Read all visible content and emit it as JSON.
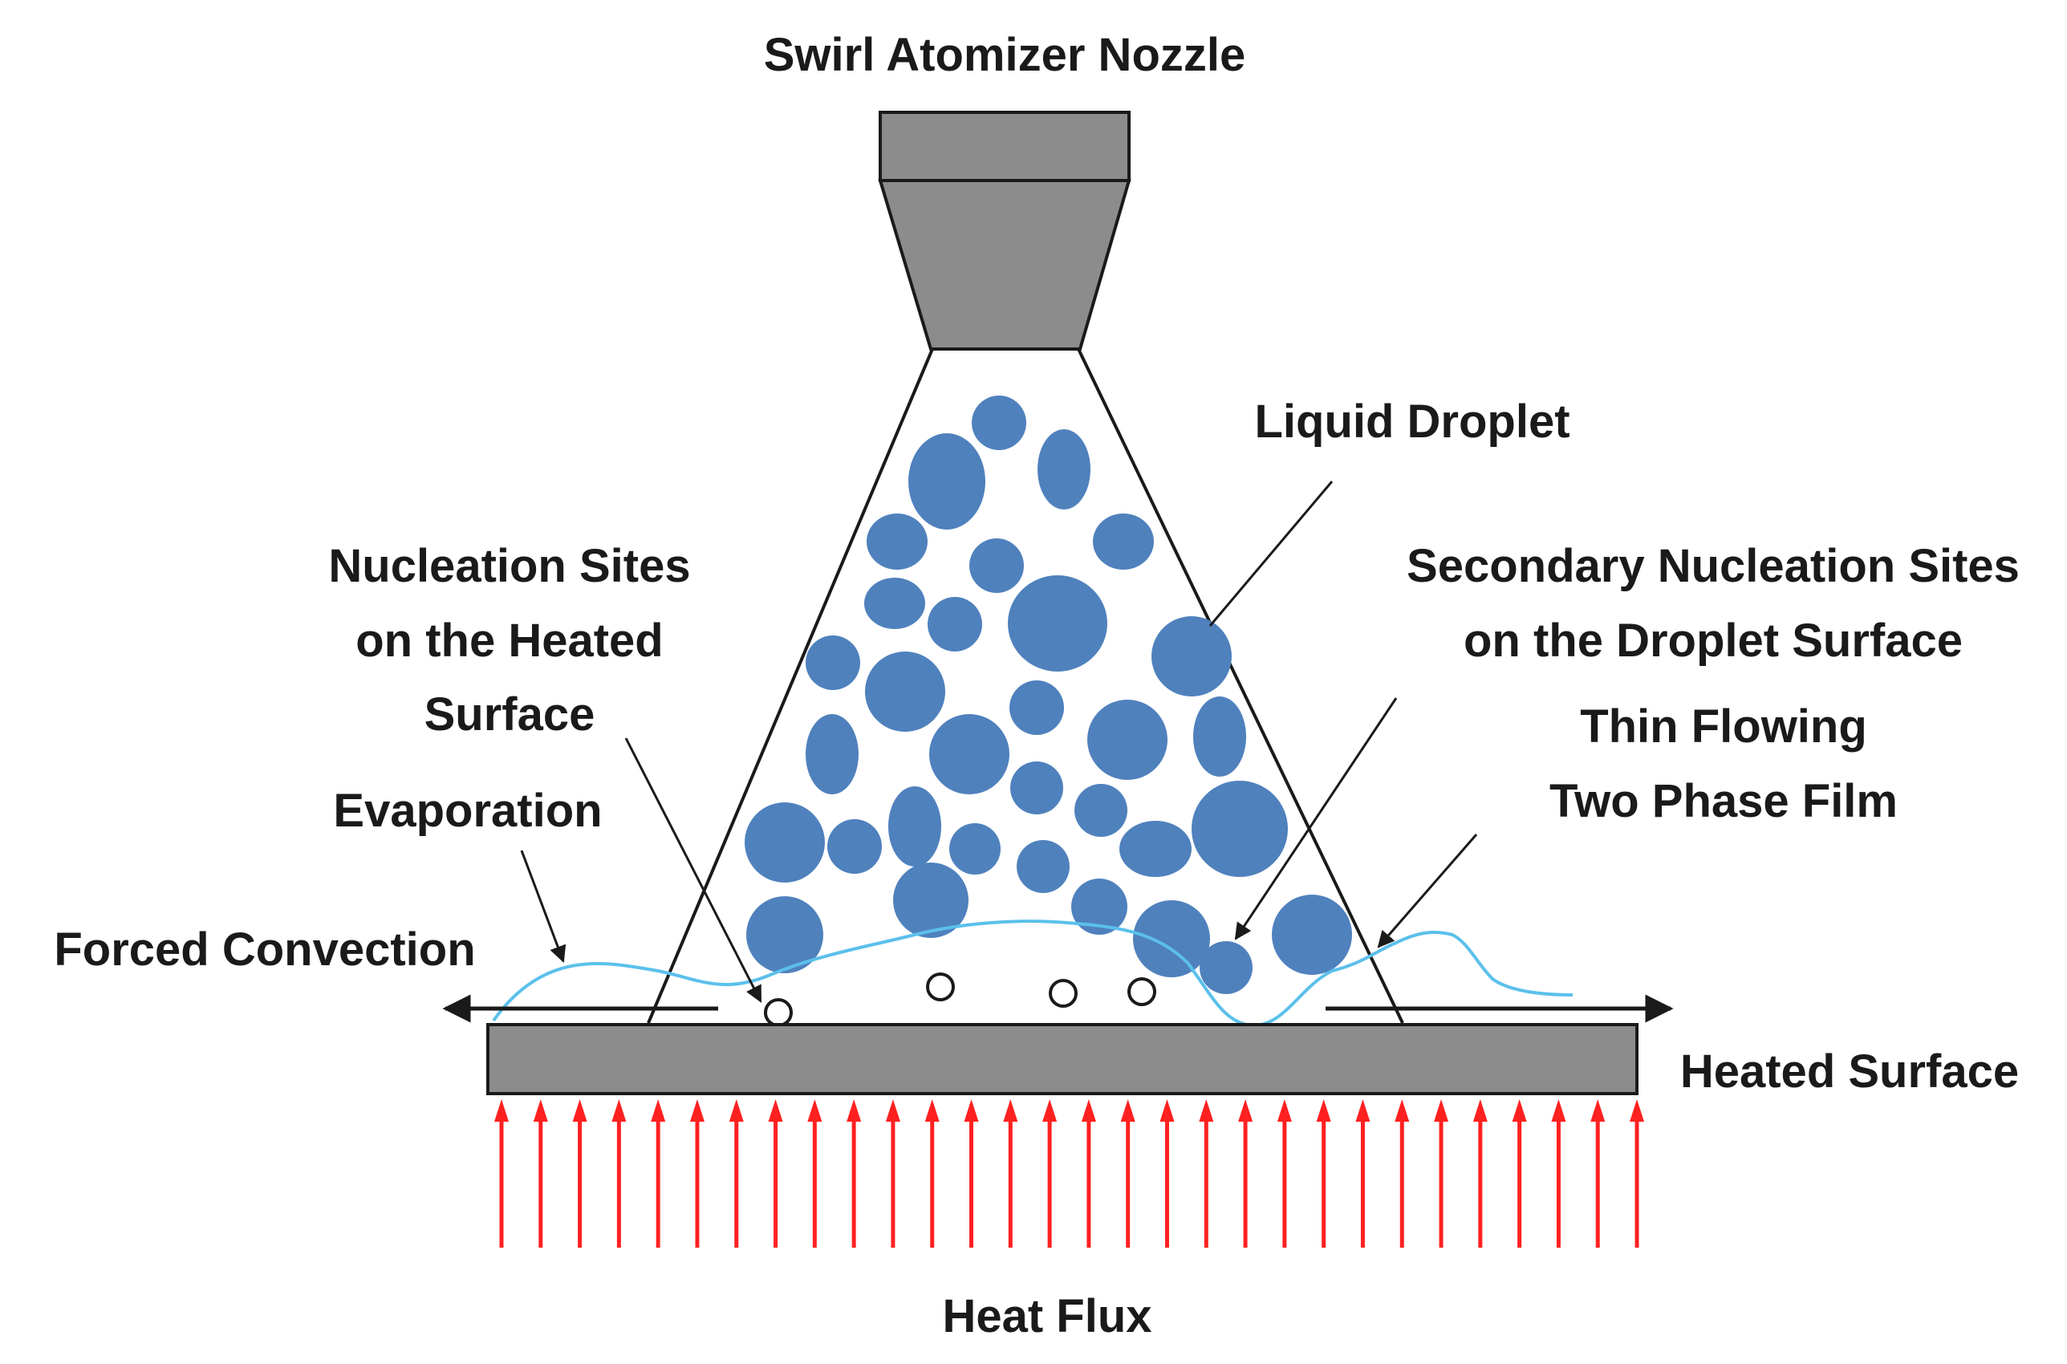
{
  "labels": {
    "nozzle": "Swirl Atomizer Nozzle",
    "liquid_droplet": "Liquid Droplet",
    "nucleation_1": "Nucleation Sites",
    "nucleation_2": "on the Heated",
    "nucleation_3": "Surface",
    "secondary_1": "Secondary Nucleation Sites",
    "secondary_2": "on the Droplet Surface",
    "film_1": "Thin Flowing",
    "film_2": "Two Phase Film",
    "evaporation": "Evaporation",
    "forced_convection": "Forced Convection",
    "heated_surface": "Heated Surface",
    "heat_flux": "Heat Flux"
  },
  "colors": {
    "droplet": "#4f81bd",
    "nozzle": "#8c8c8c",
    "film": "#5bc0eb",
    "heat_arrow": "#ff2020",
    "line": "#1a1a1a"
  }
}
